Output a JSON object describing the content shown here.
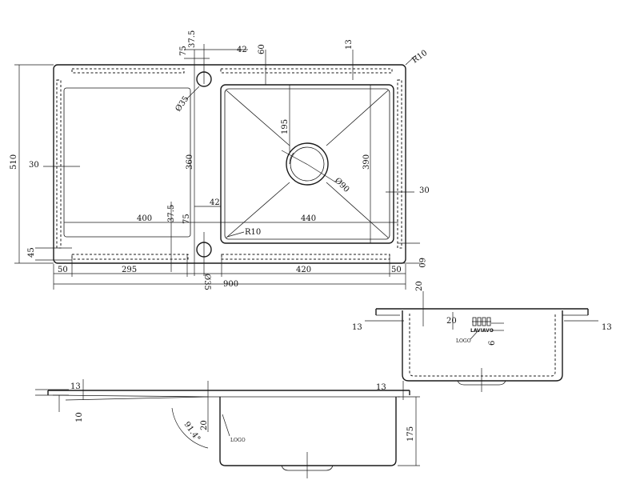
{
  "top_view": {
    "dims": {
      "overall_width": "900",
      "overall_depth": "510",
      "edge_left": "50",
      "edge_right": "50",
      "board_width": "295",
      "bowl_width": "420",
      "drainboard": "400",
      "bowl_inner": "440",
      "bowl_depth_inner": "390",
      "side_30_left": "30",
      "side_30_right": "30",
      "bottom_45": "45",
      "bottom_60": "60",
      "top_60": "60",
      "top_13": "13",
      "corner_radius_top": "R10",
      "corner_radius_bowl": "R10",
      "hole_upper_dia": "Ø35",
      "hole_lower_dia": "Ø35",
      "drain_dia": "Ø90",
      "drain_offset": "195",
      "hole_spacing": "360",
      "hole_top_75": "75",
      "hole_top_37_5": "37.5",
      "hole_top_42": "42",
      "hole_bot_37_5": "37.5",
      "hole_bot_75": "75",
      "hole_bot_42": "42"
    }
  },
  "section_view": {
    "dims": {
      "top_20": "20",
      "left_13": "13",
      "right_13": "13",
      "logo_20": "20",
      "logo_6": "6",
      "logo_label": "LOGO",
      "brand_text": "LAVIAVO"
    }
  },
  "side_view": {
    "dims": {
      "top_13_left": "13",
      "top_13_right": "13",
      "side_10": "10",
      "angle": "91.4°",
      "depth_20": "20",
      "depth_175": "175",
      "logo_label": "LOGO"
    }
  }
}
